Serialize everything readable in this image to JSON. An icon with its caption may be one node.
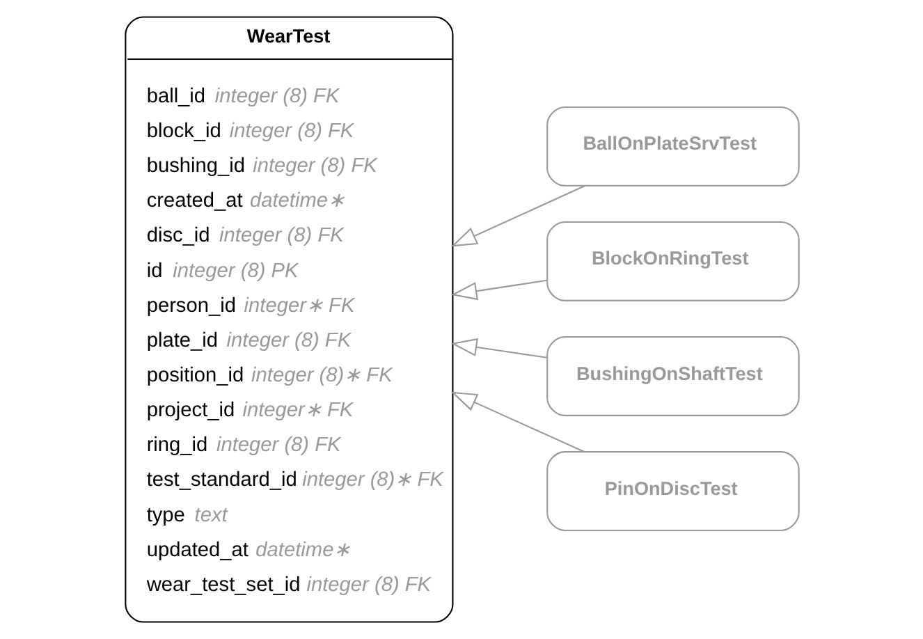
{
  "diagram": {
    "nodes": [
      {
        "text": [
          "WearTest",
          "ball_id integer (8) FK",
          "block_id integer (8) FK",
          "bushing_id integer (8) FK",
          "created_at datetime∗",
          "disc_id integer (8) FK",
          "id integer (8) PK",
          "person_id integer∗ FK",
          "plate_id integer (8) FK",
          "position_id integer (8)∗ FK",
          "project_id integer∗ FK",
          "ring_id integer (8) FK",
          "test_standard_id integer (8)∗ FK",
          "type text",
          "updated_at datetime∗",
          "wear_test_set_id integer (8) FK"
        ]
      },
      {
        "text": [
          "BallOnPlateSrvTest"
        ]
      },
      {
        "text": [
          "BlockOnRingTest"
        ]
      },
      {
        "text": [
          "BushingOnShaftTest"
        ]
      },
      {
        "text": [
          "PinOnDiscTest"
        ]
      }
    ],
    "edges": [
      {
        "from": 1,
        "to": 0,
        "arrow": "to"
      },
      {
        "from": 2,
        "to": 0,
        "arrow": "to"
      },
      {
        "from": 3,
        "to": 0,
        "arrow": "to"
      },
      {
        "from": 4,
        "to": 0,
        "arrow": "to"
      }
    ]
  }
}
